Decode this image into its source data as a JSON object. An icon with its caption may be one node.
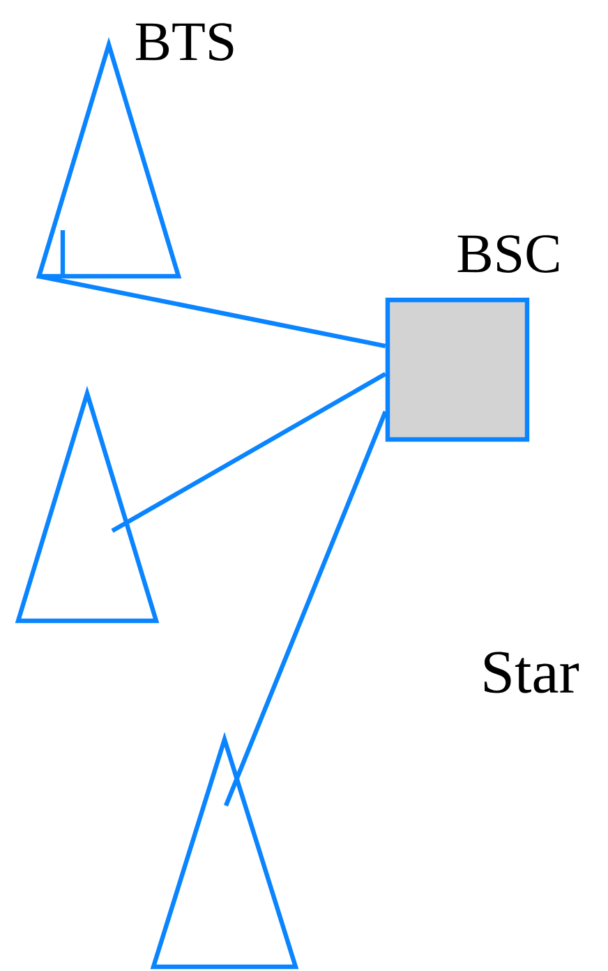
{
  "diagram": {
    "nodes": [
      {
        "text": [
          "BTS"
        ]
      },
      {
        "text": [
          "BSC"
        ]
      },
      {
        "text": [],
        "shape": "triangle"
      },
      {
        "text": [],
        "shape": "triangle"
      }
    ],
    "edges": [
      {
        "from": 0,
        "to": 1,
        "arrow": "none"
      },
      {
        "from": 2,
        "to": 1,
        "arrow": "none"
      },
      {
        "from": 3,
        "to": 1,
        "arrow": "none"
      }
    ],
    "labels": [
      "Star"
    ]
  }
}
